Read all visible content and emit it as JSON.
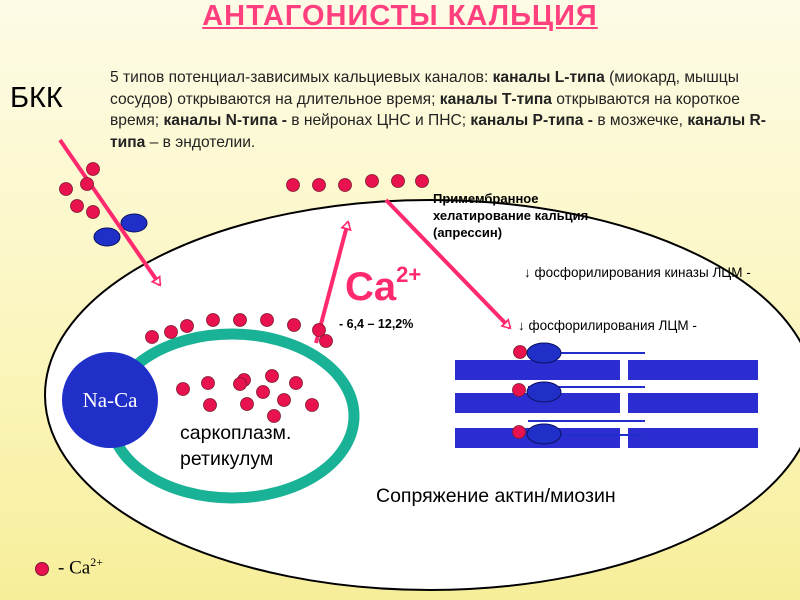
{
  "title": "АНТАГОНИСТЫ КАЛЬЦИЯ",
  "bkk_label": "БКК",
  "channels": {
    "p1": "5 типов потенциал-зависимых кальциевых каналов: ",
    "b1": "каналы L-типа",
    "p2": " (миокард, мышцы сосудов) открываются на длительное время; ",
    "b2": "каналы Т-типа",
    "p3": " открываются на короткое время; ",
    "b3": "каналы N-типа -",
    "p4": " в нейронах ЦНС и ПНС; ",
    "b4": "каналы Р-типа -",
    "p5": " в мозжечке,  ",
    "b5": "каналы R-типа",
    "p6": " – в эндотелии."
  },
  "chelation": "Примембранное хелатирование кальция (апрессин)",
  "ca_label": {
    "symbol": "Ca",
    "charge": "2+"
  },
  "percent_text": "- 6,4 – 12,2%",
  "phosphorylation_kinase": "↓ фосфорилирования      киназы ЛЦМ -",
  "phosphorylation_lcm": "↓ фосфорилирования ЛЦМ -",
  "naca_label": "Na-Ca",
  "sr_label": "саркоплазм. ретикулум",
  "actin_label": "Сопряжение актин/миозин",
  "legend": {
    "prefix": "- Ca",
    "charge": "2+"
  },
  "colors": {
    "title": "#ff3f7e",
    "arrow": "#ff2a6d",
    "ca_dot": "#e8124e",
    "channel_blue": "#1f2fc8",
    "sr_ring": "#1ab296",
    "background": "#fbf6bf"
  }
}
